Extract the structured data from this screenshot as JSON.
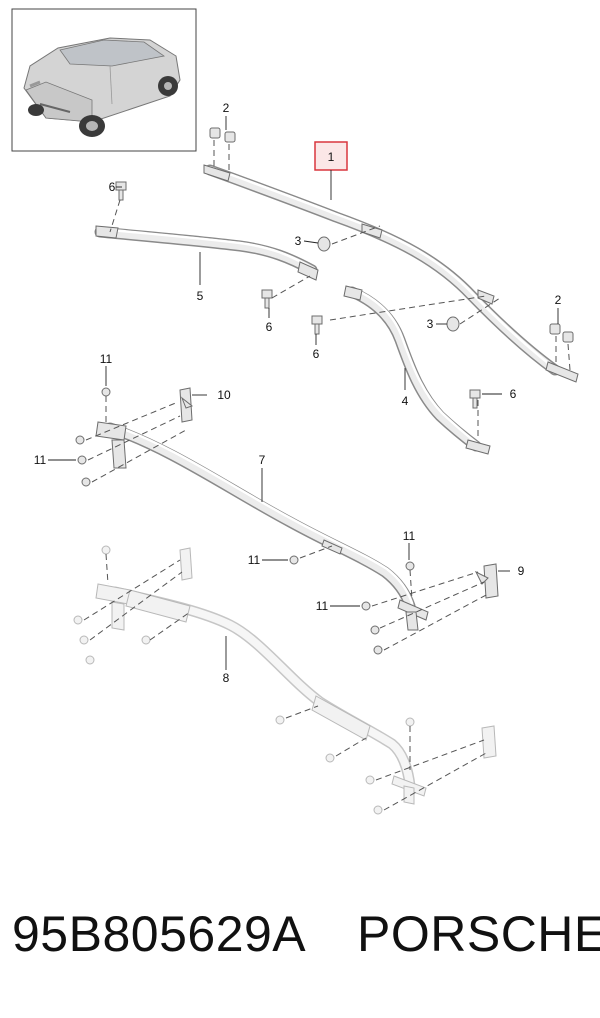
{
  "callouts": {
    "c1": "1",
    "c2a": "2",
    "c2b": "2",
    "c3a": "3",
    "c3b": "3",
    "c4": "4",
    "c5": "5",
    "c6a": "6",
    "c6b": "6",
    "c6c": "6",
    "c6d": "6",
    "c7": "7",
    "c8": "8",
    "c9": "9",
    "c10": "10",
    "c11a": "11",
    "c11b": "11",
    "c11c": "11",
    "c11d": "11",
    "c11e": "11"
  },
  "highlighted_callout": "1",
  "highlight_color": "#d9363e",
  "footer": {
    "part_number": "95B805629A",
    "brand": "PORSCHE"
  }
}
